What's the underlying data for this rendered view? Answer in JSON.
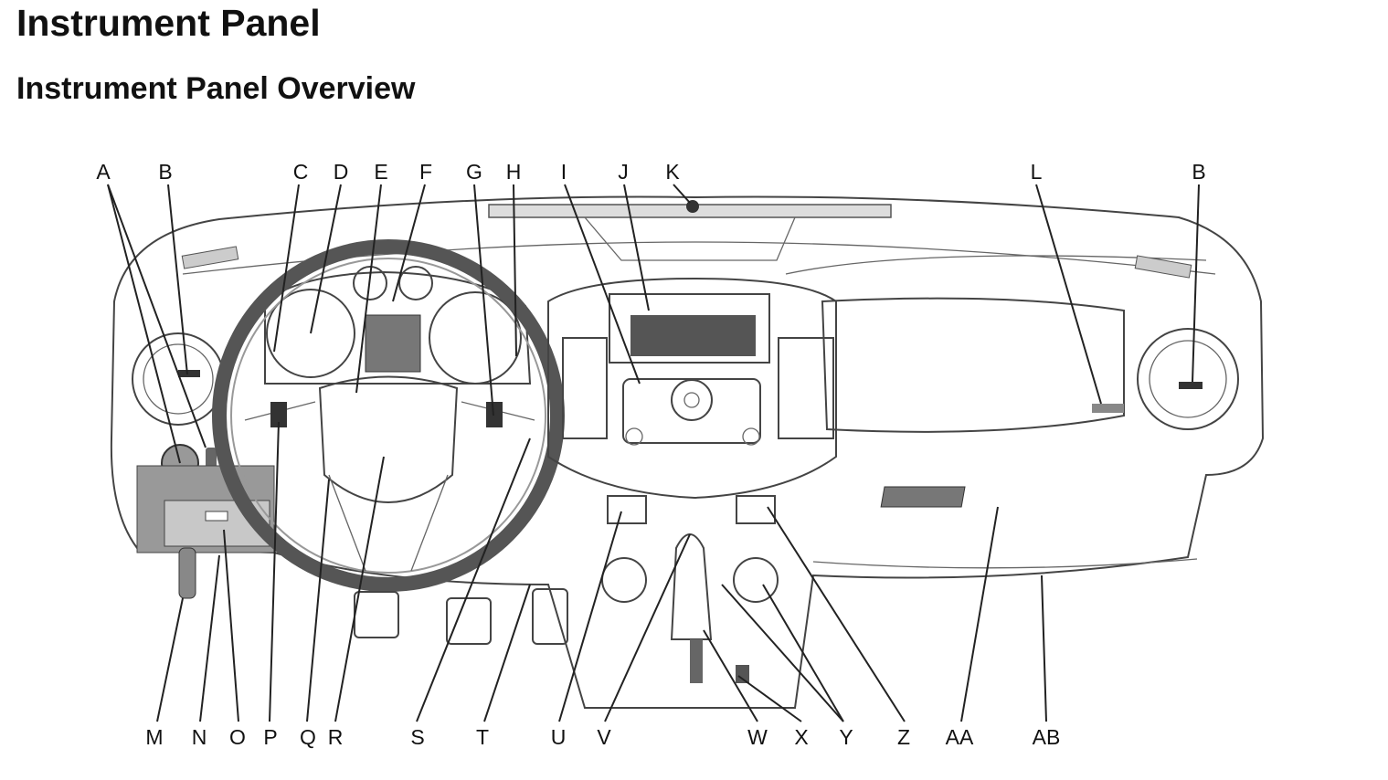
{
  "header": {
    "title": "Instrument Panel",
    "subtitle": "Instrument Panel Overview"
  },
  "callouts_top": [
    "A",
    "B",
    "C",
    "D",
    "E",
    "F",
    "G",
    "H",
    "I",
    "J",
    "K",
    "L",
    "B"
  ],
  "callouts_bottom": [
    "M",
    "N",
    "O",
    "P",
    "Q",
    "R",
    "S",
    "T",
    "U",
    "V",
    "W",
    "X",
    "Y",
    "Z",
    "AA",
    "AB"
  ]
}
